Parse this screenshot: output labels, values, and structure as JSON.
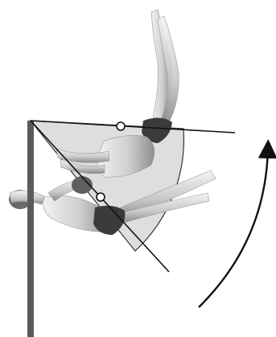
{
  "diagram": {
    "colors": {
      "background": "#ffffff",
      "pole": "#5b5b5b",
      "outline": "#111111",
      "sector_fill": "#d8d8d8",
      "body_light": "#e8e8e8",
      "body_mid": "#bdbdbd",
      "body_shadow": "#8c8c8c",
      "garment": "#3b3b3b",
      "marker_fill": "#ffffff"
    },
    "elements": [
      "vertical-bar",
      "angle-sector",
      "upper-body-line",
      "lower-body-line",
      "upper-figure",
      "lower-figure",
      "upper-pivot-marker",
      "lower-pivot-marker",
      "rotation-arrow"
    ]
  }
}
